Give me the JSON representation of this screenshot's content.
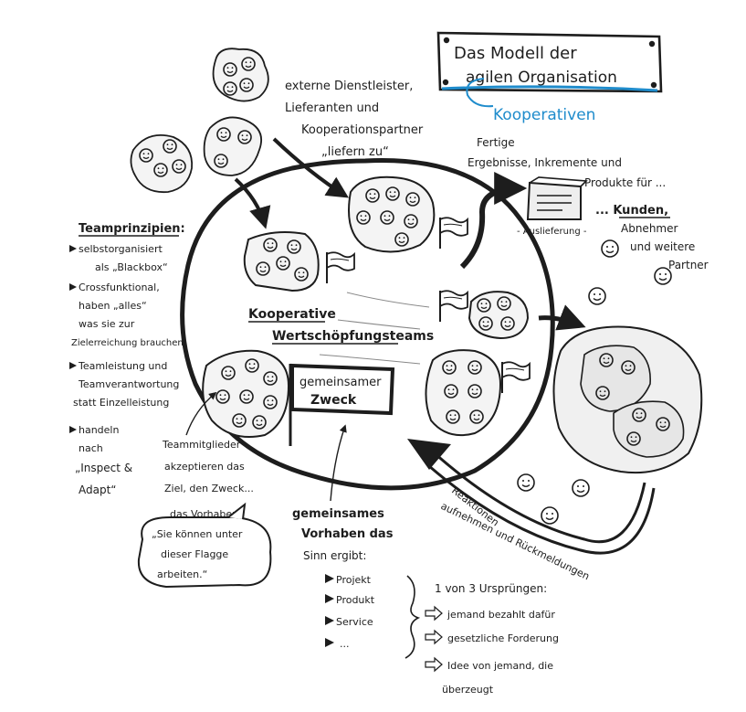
{
  "title": {
    "line1": "Das Modell der",
    "line2": "agilen Organisation",
    "blue_annotation": "Kooperativen"
  },
  "colors": {
    "ink": "#1d1d1d",
    "accent_blue": "#1f8ccc",
    "paper": "#ffffff"
  },
  "external": {
    "line1": "externe Dienstleister,",
    "line2": "Lieferanten und",
    "line3": "Kooperationspartner",
    "line4": "„liefern zu“"
  },
  "delivery": {
    "line1": "Fertige",
    "line2": "Ergebnisse, Inkremente und",
    "line3": "Produkte für ...",
    "box_label": "- Auslieferung -"
  },
  "customers": {
    "line1": "... Kunden,",
    "line2": "Abnehmer",
    "line3": "und weitere",
    "line4": "Partner"
  },
  "team_principles": {
    "heading": "Teamprinzipien:",
    "items": [
      [
        "selbstorganisiert",
        "als „Blackbox“"
      ],
      [
        "Crossfunktional,",
        "haben „alles“",
        "was sie zur",
        "Zielerreichung brauchen"
      ],
      [
        "Teamleistung und",
        "Teamverantwortung",
        "statt Einzelleistung"
      ],
      [
        "handeln",
        "nach",
        "„Inspect &",
        "Adapt“"
      ]
    ]
  },
  "center": {
    "line1": "Kooperative",
    "line2": "Wertschöpfungsteams"
  },
  "purpose_flag": {
    "line1": "gemeinsamer",
    "line2": "Zweck"
  },
  "team_members": {
    "line1": "Teammitglieder",
    "line2": "akzeptieren das",
    "line3": "Ziel, den Zweck...",
    "line4": "das Vorhaben."
  },
  "speech": {
    "line1": "„Sie können unter",
    "line2": "dieser Flagge",
    "line3": "arbeiten.“"
  },
  "common_project": {
    "line1": "gemeinsames",
    "line2": "Vorhaben das",
    "line3": "Sinn ergibt:",
    "items": [
      "Projekt",
      "Produkt",
      "Service",
      "..."
    ]
  },
  "origins": {
    "heading": "1 von 3 Ursprüngen:",
    "items": [
      "jemand bezahlt dafür",
      "gesetzliche Forderung",
      "Idee von jemand, die",
      "überzeugt"
    ]
  },
  "feedback": {
    "line1": "Reaktionen",
    "line2": "aufnehmen und Rückmeldungen"
  },
  "icons": [
    "face-icon",
    "flag-icon",
    "arrow-icon",
    "delivery-box-icon",
    "bullet-triangle-icon",
    "hollow-arrow-icon"
  ]
}
